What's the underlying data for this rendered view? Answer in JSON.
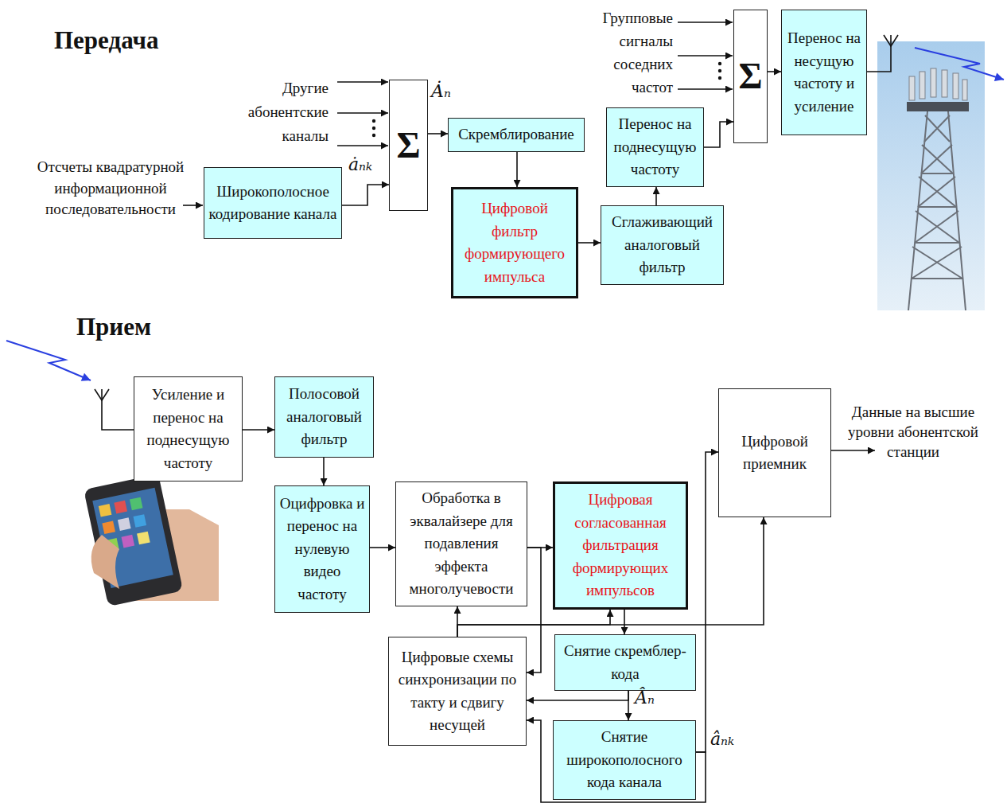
{
  "diagram": {
    "nodes": [
      {
        "text": [
          "Широкополосное кодирование канала"
        ]
      },
      {
        "text": [
          "Σ"
        ]
      },
      {
        "text": [
          "Скремблирование"
        ]
      },
      {
        "text": [
          "Цифровой фильтр формирующего импульса"
        ]
      },
      {
        "text": [
          "Сглаживающий аналоговый фильтр"
        ]
      },
      {
        "text": [
          "Перенос на поднесущую частоту"
        ]
      },
      {
        "text": [
          "Σ"
        ]
      },
      {
        "text": [
          "Перенос на несущую частоту и усиление"
        ]
      },
      {
        "text": [
          "Усиление и перенос на поднесущую частоту"
        ]
      },
      {
        "text": [
          "Полосовой аналоговый фильтр"
        ]
      },
      {
        "text": [
          "Оцифровка и перенос на нулевую видео частоту"
        ]
      },
      {
        "text": [
          "Обработка в эквалайзере для подавления эффекта многолучевости"
        ]
      },
      {
        "text": [
          "Цифровая согласованная фильтрация формирующих импульсов"
        ]
      },
      {
        "text": [
          "Цифровой приемник"
        ]
      },
      {
        "text": [
          "Цифровые схемы синхронизации по такту и сдвигу несущей"
        ]
      },
      {
        "text": [
          "Снятие скремблер-кода"
        ]
      },
      {
        "text": [
          "Снятие широкополосного кода канала"
        ]
      }
    ],
    "edges": [
      {
        "from": 0,
        "to": 1,
        "arrow": "to"
      },
      {
        "from": 1,
        "to": 2,
        "arrow": "to"
      },
      {
        "from": 2,
        "to": 3,
        "arrow": "to"
      },
      {
        "from": 3,
        "to": 4,
        "arrow": "to"
      },
      {
        "from": 4,
        "to": 5,
        "arrow": "to"
      },
      {
        "from": 5,
        "to": 6,
        "arrow": "to"
      },
      {
        "from": 6,
        "to": 7,
        "arrow": "to"
      },
      {
        "from": 8,
        "to": 9,
        "arrow": "to"
      },
      {
        "from": 9,
        "to": 10,
        "arrow": "to"
      },
      {
        "from": 10,
        "to": 11,
        "arrow": "to"
      },
      {
        "from": 11,
        "to": 12,
        "arrow": "to"
      },
      {
        "from": 12,
        "to": 15,
        "arrow": "to"
      },
      {
        "from": 15,
        "to": 16,
        "arrow": "to"
      },
      {
        "from": 15,
        "to": 14,
        "arrow": "to"
      },
      {
        "from": 16,
        "to": 14,
        "arrow": "to"
      },
      {
        "from": 16,
        "to": 13,
        "arrow": "to"
      },
      {
        "from": 14,
        "to": 11,
        "arrow": "to"
      },
      {
        "from": 14,
        "to": 12,
        "arrow": "to"
      },
      {
        "from": 14,
        "to": 13,
        "arrow": "to"
      },
      {
        "from": 11,
        "to": 14,
        "arrow": "to"
      }
    ],
    "labels": [
      "Передача",
      "Прием",
      "Отсчеты квадратурной информационной последовательности",
      "Другие абонентские каналы",
      "Групповые сигналы соседних частот",
      "Ȧₙ",
      "ȧₙₖ",
      "Данные на высшие уровни абонентской станции",
      "Âₙ",
      "âₙₖ"
    ]
  }
}
